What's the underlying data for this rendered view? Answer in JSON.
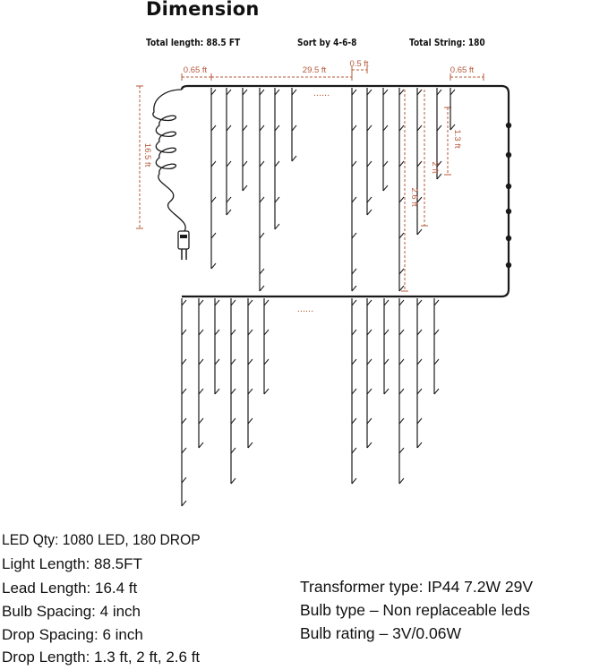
{
  "title": "Dimension",
  "header": {
    "total_length": "Total length: 88.5 FT",
    "sort": "Sort by 4-6-8",
    "total_string": "Total String: 180"
  },
  "diagram": {
    "dimensions": {
      "left_offset": "0.65 ft",
      "main_length": "29.5 ft",
      "drop_spacing": "0.5 ft",
      "right_offset": "0.65 ft",
      "lead_length": "16.5 ft",
      "drop_short": "1.3 ft",
      "drop_mid": "2 ft",
      "drop_long": "2.6 ft"
    },
    "ellipsis_top": "......",
    "ellipsis_bottom": "......",
    "dimension_color": "#b5583a",
    "wire_color": "#1a1a1a"
  },
  "specs_left": [
    {
      "label": "LED Qty:",
      "value": "1080 LED, 180 DROP"
    },
    {
      "label": "Light Length:",
      "value": "88.5FT"
    },
    {
      "label": "Lead Length:",
      "value": "16.4 ft"
    },
    {
      "label": "Bulb Spacing:",
      "value": "4 inch"
    },
    {
      "label": "Drop Spacing:",
      "value": "6 inch"
    },
    {
      "label": "Drop Length:",
      "value": "1.3 ft, 2 ft, 2.6 ft"
    }
  ],
  "specs_right": [
    "Transformer type: IP44 7.2W 29V",
    "Bulb type – Non replaceable leds",
    "Bulb rating – 3V/0.06W"
  ]
}
